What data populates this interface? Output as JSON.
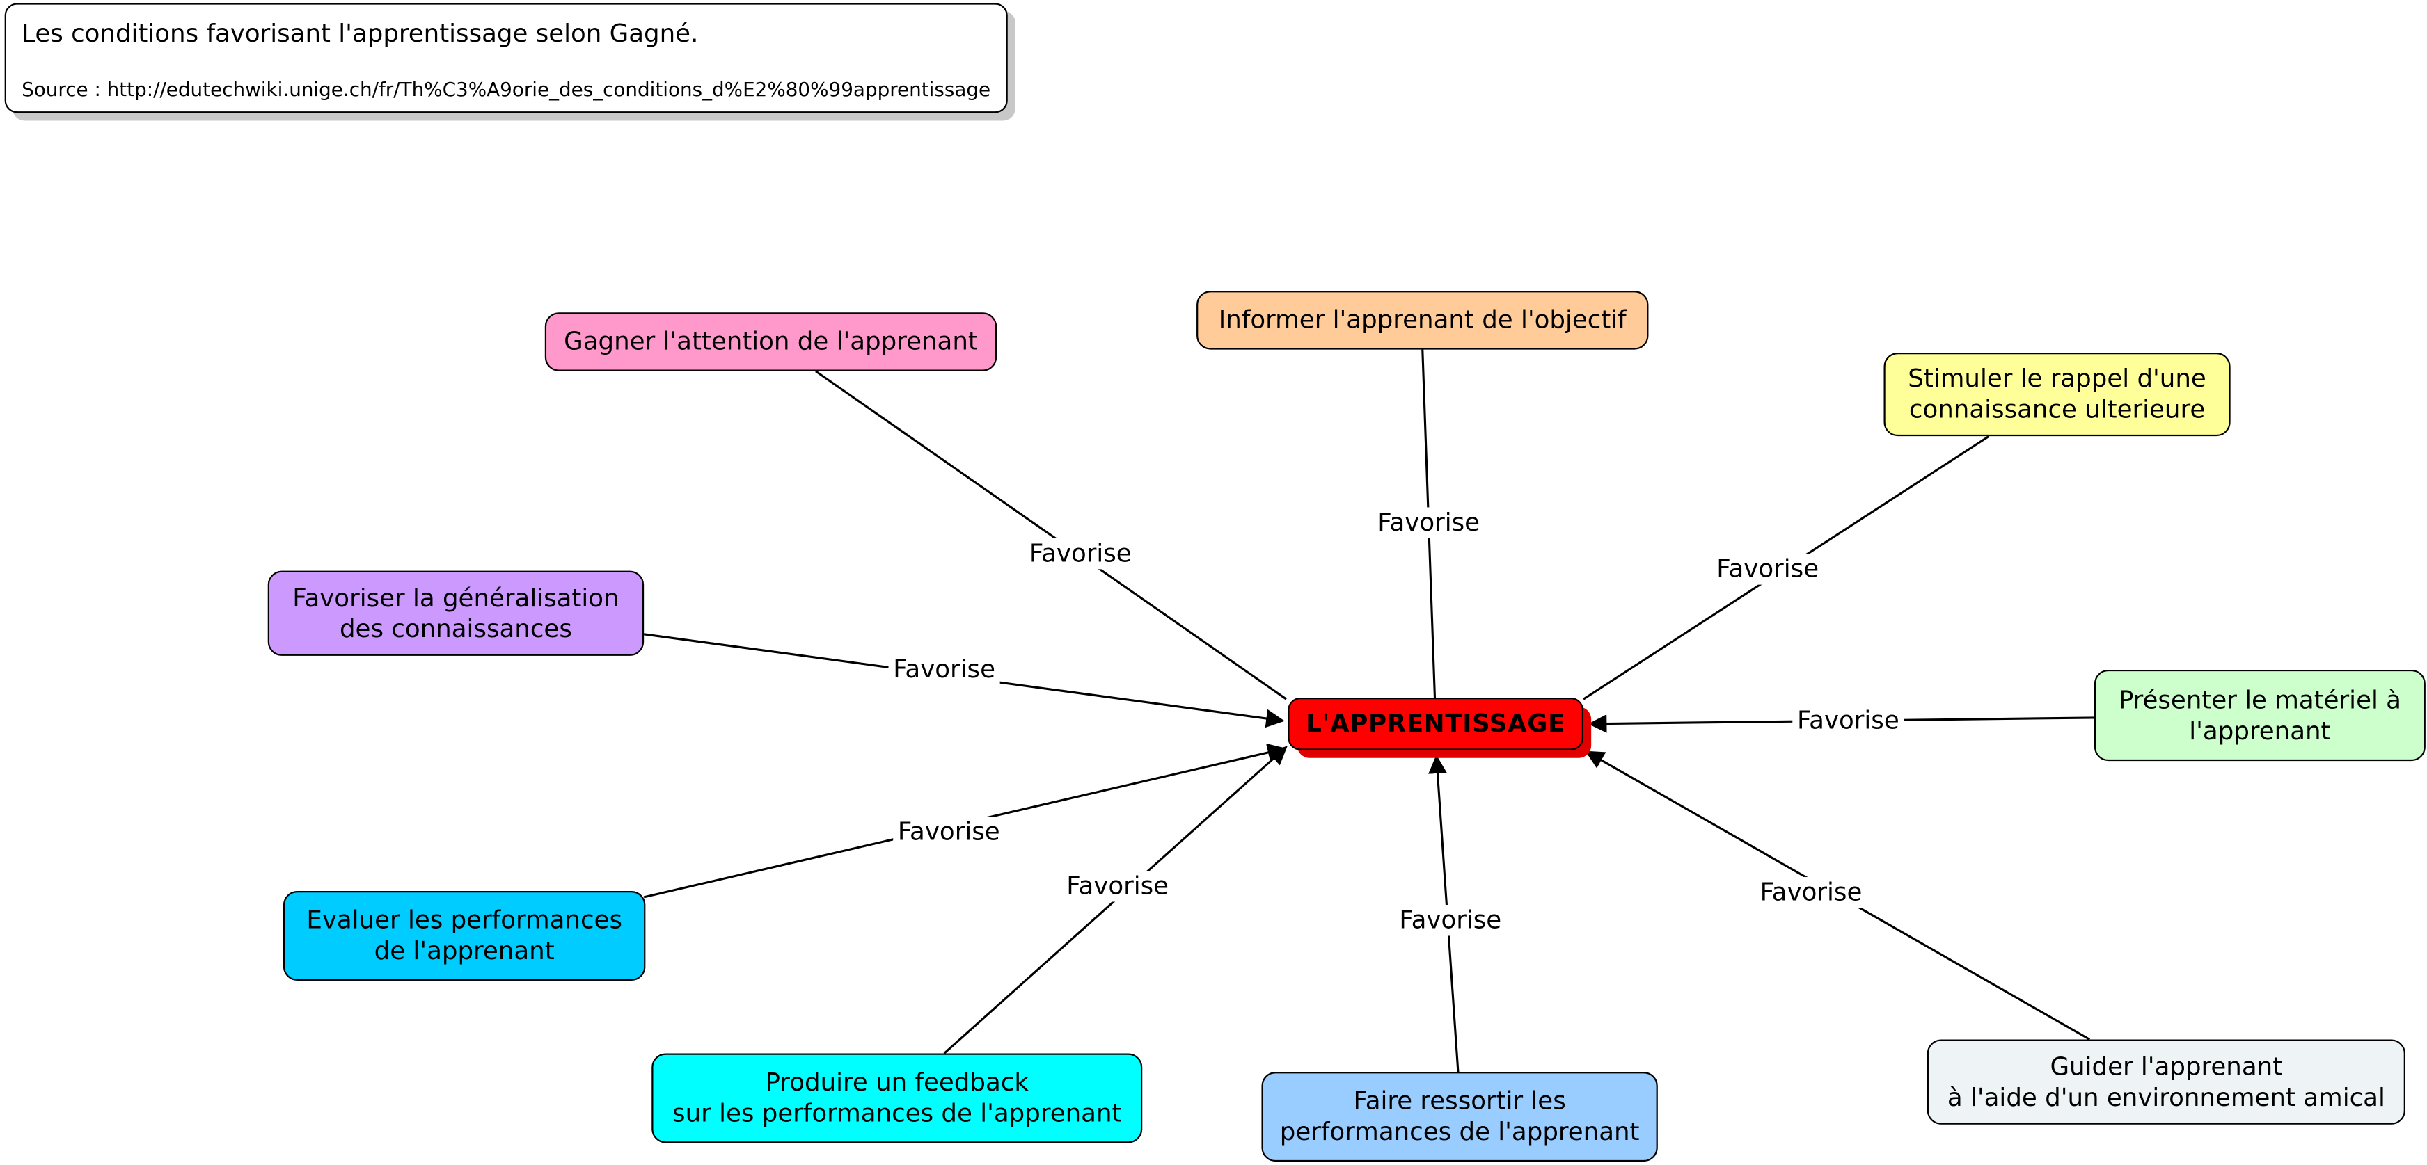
{
  "caption": {
    "title": "Les conditions favorisant l'apprentissage selon Gagné.",
    "source": "Source : http://edutechwiki.unige.ch/fr/Th%C3%A9orie_des_conditions_d%E2%80%99apprentissage"
  },
  "center": {
    "label": "L'APPRENTISSAGE",
    "color": "#ff0000"
  },
  "concepts": [
    {
      "id": "attention",
      "label": "Gagner l'attention de l'apprenant",
      "color": "#ff99cc",
      "link_label": "Favorise"
    },
    {
      "id": "objectif",
      "label": "Informer l'apprenant de l'objectif",
      "color": "#ffcc99",
      "link_label": "Favorise"
    },
    {
      "id": "rappel",
      "label": "Stimuler le rappel d'une\nconnaissance ulterieure",
      "color": "#ffff99",
      "link_label": "Favorise"
    },
    {
      "id": "generalisation",
      "label": "Favoriser la généralisation\ndes connaissances",
      "color": "#cc99ff",
      "link_label": "Favorise"
    },
    {
      "id": "materiel",
      "label": "Présenter le matériel à\nl'apprenant",
      "color": "#ccffcc",
      "link_label": "Favorise"
    },
    {
      "id": "evaluer",
      "label": "Evaluer les performances\nde l'apprenant",
      "color": "#00ccff",
      "link_label": "Favorise"
    },
    {
      "id": "feedback",
      "label": "Produire un feedback\nsur les performances de l'apprenant",
      "color": "#00ffff",
      "link_label": "Favorise"
    },
    {
      "id": "ressortir",
      "label": "Faire ressortir les\nperformances de l'apprenant",
      "color": "#99ccff",
      "link_label": "Favorise"
    },
    {
      "id": "guider",
      "label": "Guider l'apprenant\nà l'aide d'un environnement amical",
      "color": "#eef4f6",
      "link_label": "Favorise"
    }
  ]
}
